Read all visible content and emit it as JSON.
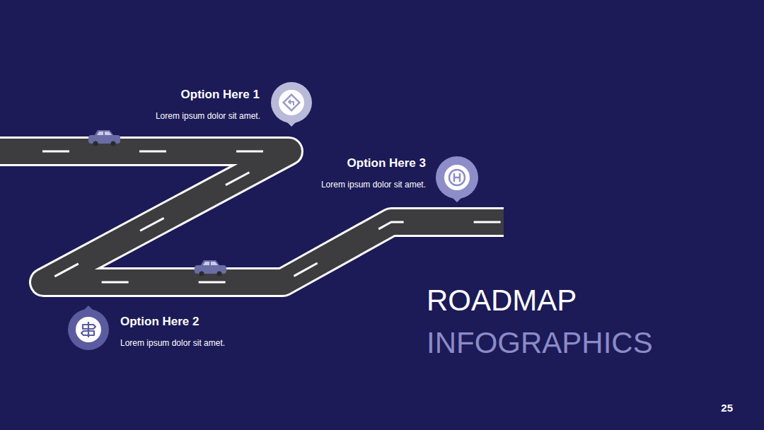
{
  "diagram": {
    "title": "ROADMAP",
    "labels": [
      "Option Here 1",
      "Lorem ipsum dolor sit amet.",
      "Option Here 3",
      "Lorem ipsum dolor sit amet.",
      "Option Here 2",
      "Lorem ipsum dolor sit amet.",
      "INFOGRAPHICS",
      "25"
    ]
  }
}
